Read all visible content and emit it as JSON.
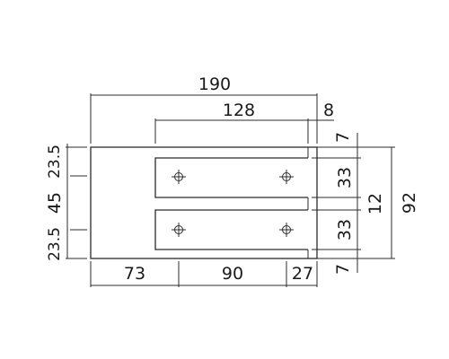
{
  "dimensions": {
    "overall_width": "190",
    "slot_length": "128",
    "top_gap": "8",
    "left_margin_top": "23.5",
    "left_middle": "45",
    "left_margin_bottom": "23.5",
    "bottom_left": "73",
    "bottom_middle": "90",
    "bottom_right": "27",
    "right_top": "7",
    "right_slot_top": "33",
    "right_center": "12",
    "right_slot_bottom": "33",
    "right_bottom": "7",
    "overall_height": "92"
  },
  "colors": {
    "line": "#2b2b2b",
    "text": "#1a1a1a",
    "background": "#ffffff"
  },
  "icons": {
    "hole_marker": "crosshair-circle-icon"
  }
}
